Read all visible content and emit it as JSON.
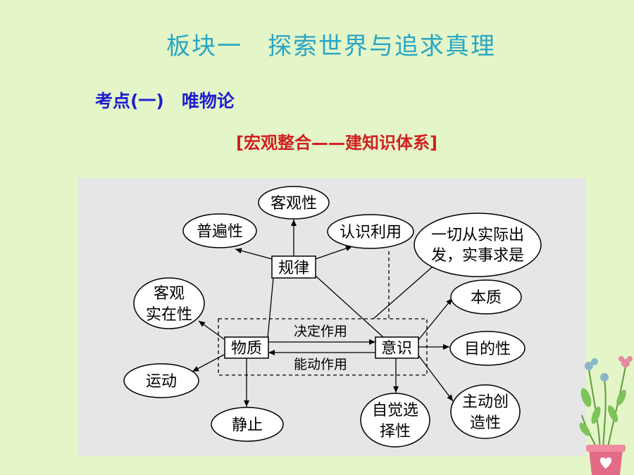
{
  "header": {
    "title": "板块一　探索世界与追求真理",
    "subtitle": "考点(一)　唯物论",
    "section": "[宏观整合——建知识体系]"
  },
  "diagram": {
    "nodes": {
      "keguanxing": "客观性",
      "pubianxing": "普遍性",
      "renshi_liyong": "认识利用",
      "guilv": "规律",
      "yiqie_line1": "一切从实际出",
      "yiqie_line2": "发，实事求是",
      "keguan_line1": "客观",
      "keguan_line2": "实在性",
      "benzhi": "本质",
      "wuzhi": "物质",
      "yishi": "意识",
      "mudixing": "目的性",
      "yundong": "运动",
      "jingzhi": "静止",
      "zijue_line1": "自觉选",
      "zijue_line2": "择性",
      "zhudong_line1": "主动创",
      "zhudong_line2": "造性"
    },
    "edges": {
      "jueding": "决定作用",
      "nengdong": "能动作用"
    }
  }
}
